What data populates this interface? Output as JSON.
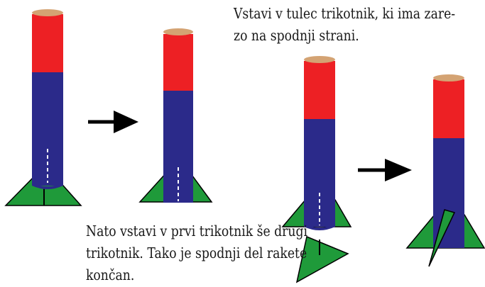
{
  "captions": {
    "top": [
      "Vstavi v tulec trikotnik, ki ima zare-",
      "zo na spodnji strani."
    ],
    "bottom": [
      "Nato vstavi v prvi trikotnik še drugi",
      "trikotnik. Tako je spodnji del rakete",
      "končan."
    ]
  },
  "colors": {
    "nose": "#ed2024",
    "body": "#2b2a8a",
    "cap": "#d4a373",
    "fin": "#1f9a3a",
    "outline": "#000000",
    "seam": "#ffffff",
    "arrow": "#000000"
  }
}
